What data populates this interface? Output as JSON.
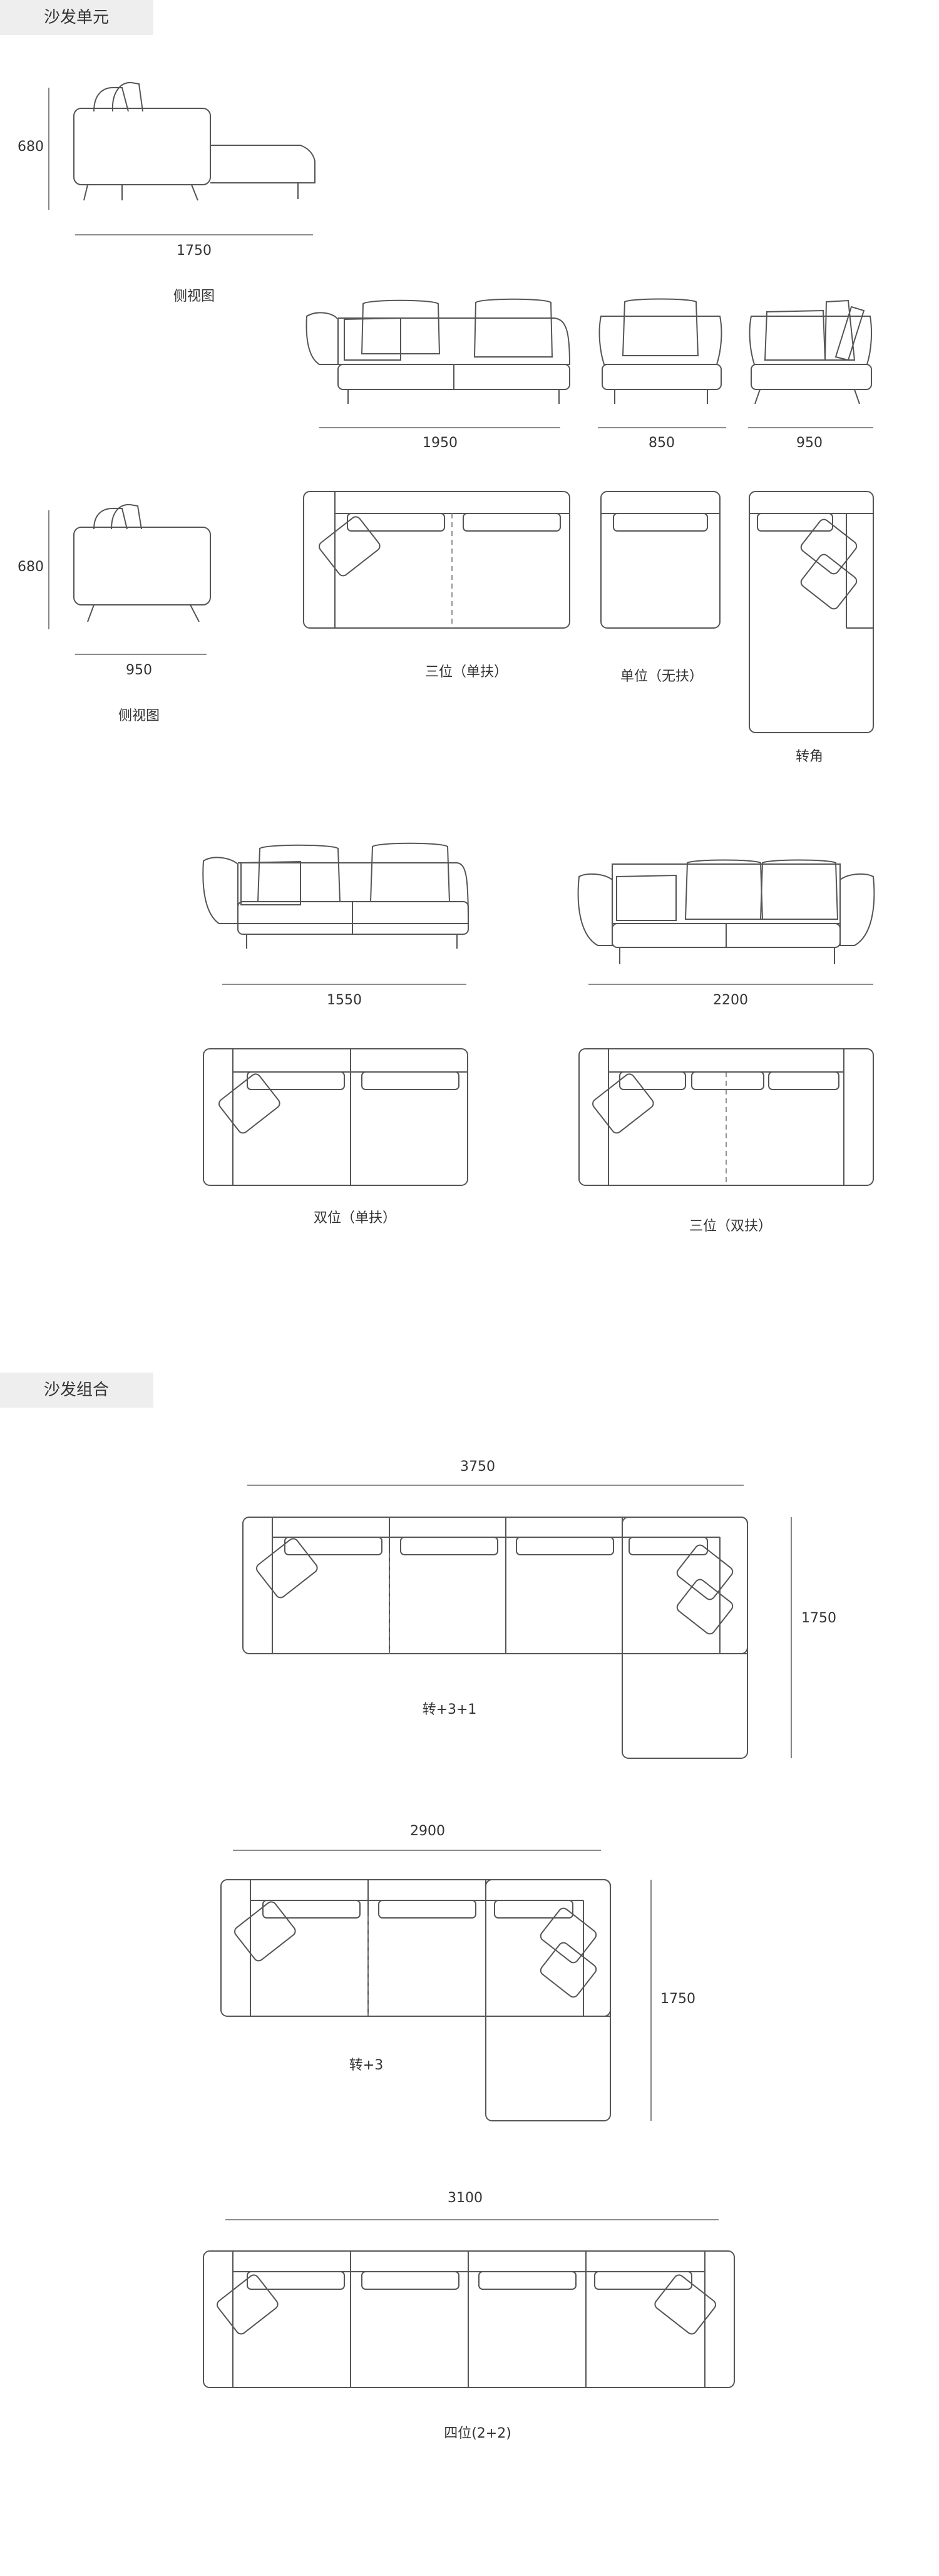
{
  "sections": {
    "units_title": "沙发单元",
    "combo_title": "沙发组合"
  },
  "units": {
    "side_view_1": {
      "height": "680",
      "width": "1750",
      "caption": "侧视图"
    },
    "side_view_2": {
      "height": "680",
      "width": "950",
      "caption": "侧视图"
    },
    "three_seat_single_arm": {
      "width": "1950",
      "caption": "三位（单扶）"
    },
    "single_no_arm": {
      "width": "850",
      "caption": "单位（无扶）"
    },
    "corner": {
      "width": "950",
      "caption": "转角"
    },
    "two_seat_single_arm": {
      "width": "1550",
      "caption": "双位（单扶）"
    },
    "three_seat_double_arm": {
      "width": "2200",
      "caption": "三位（双扶）"
    }
  },
  "combos": {
    "corner_3_1": {
      "width": "3750",
      "depth": "1750",
      "caption": "转+3+1"
    },
    "corner_3": {
      "width": "2900",
      "depth": "1750",
      "caption": "转+3"
    },
    "four_seat": {
      "width": "3100",
      "caption": "四位(2+2)"
    }
  }
}
